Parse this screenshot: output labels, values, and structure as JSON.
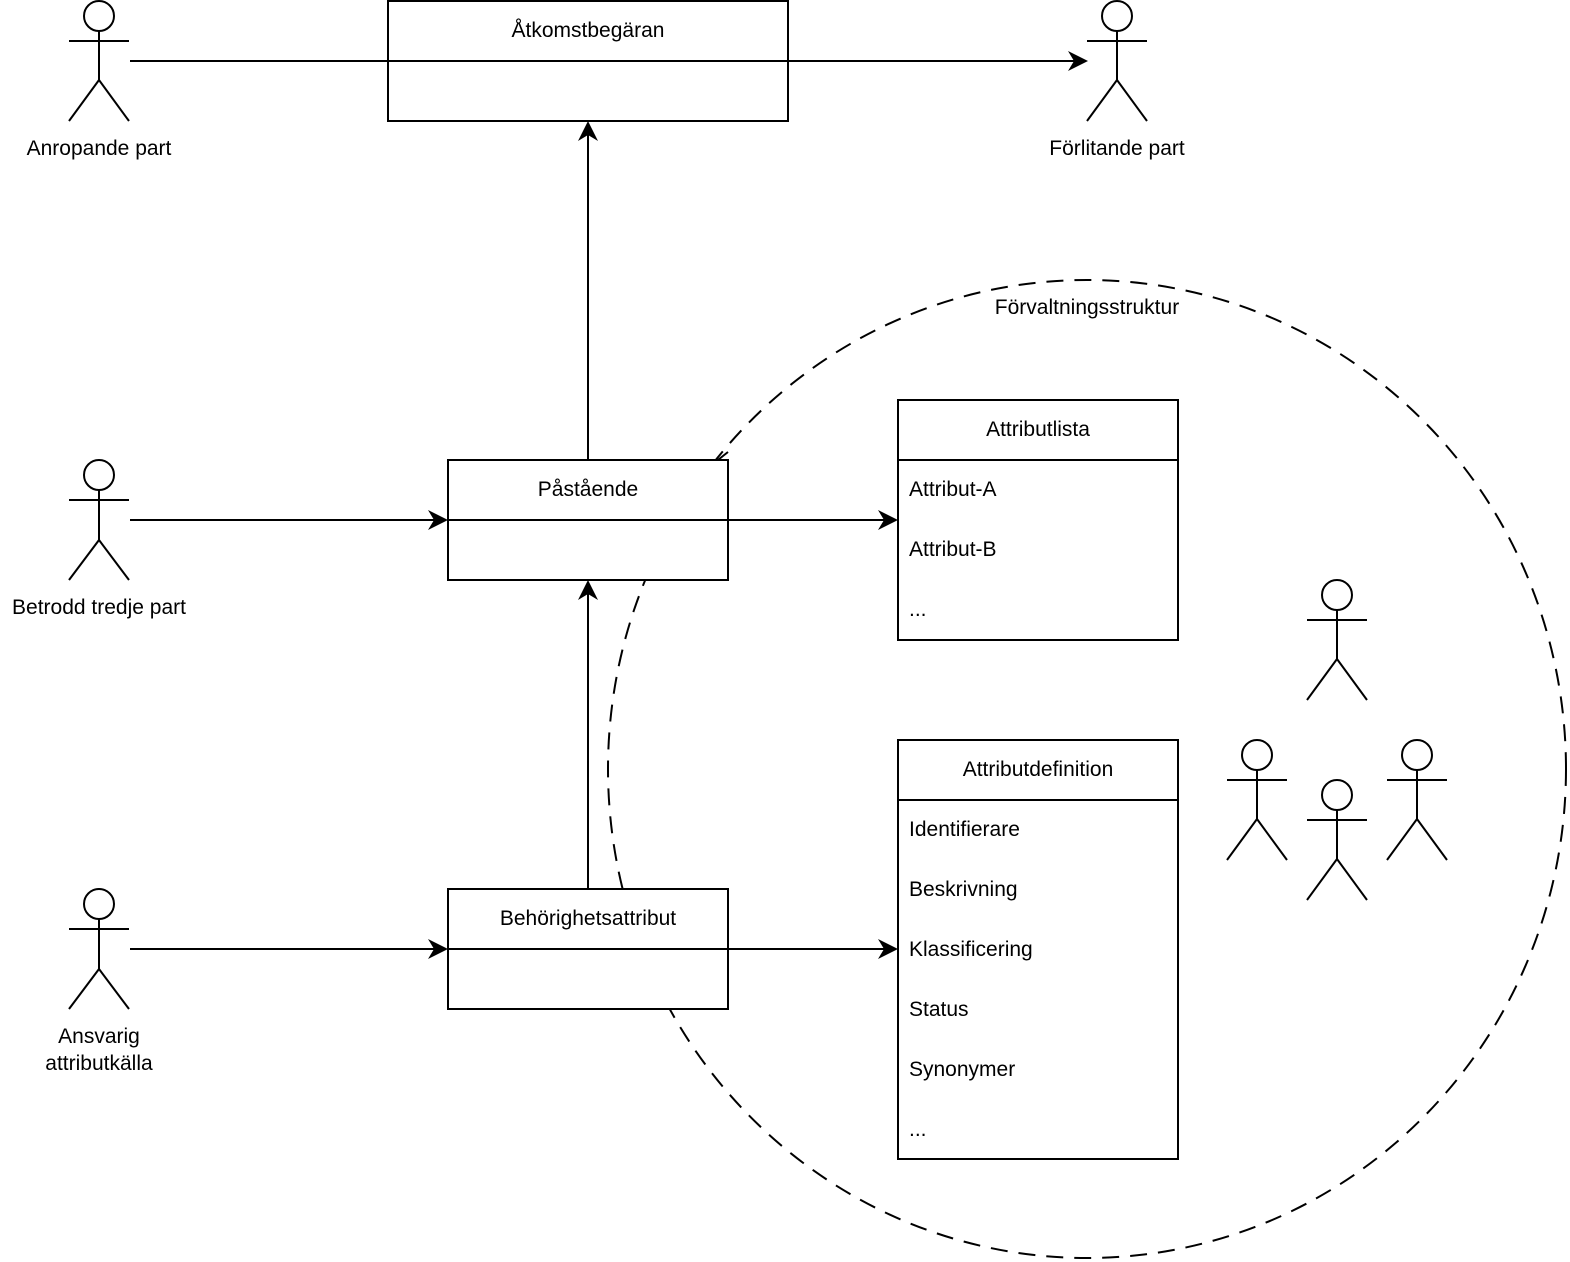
{
  "diagram": {
    "boxes": {
      "access_request": {
        "title": "Åtkomstbegäran"
      },
      "claim": {
        "title": "Påstående"
      },
      "authorization_attribute": {
        "title": "Behörighetsattribut"
      },
      "attribute_list": {
        "title": "Attributlista",
        "items": [
          "Attribut-A",
          "Attribut-B",
          "..."
        ]
      },
      "attribute_definition": {
        "title": "Attributdefinition",
        "items": [
          "Identifierare",
          "Beskrivning",
          "Klassificering",
          "Status",
          "Synonymer",
          "..."
        ]
      }
    },
    "actors": {
      "calling_party": {
        "label": "Anropande part"
      },
      "relying_party": {
        "label": "Förlitande part"
      },
      "trusted_third_party": {
        "label": "Betrodd tredje part"
      },
      "attribute_source": {
        "label_line1": "Ansvarig",
        "label_line2": "attributkälla"
      }
    },
    "governance": {
      "label": "Förvaltningsstruktur"
    }
  }
}
